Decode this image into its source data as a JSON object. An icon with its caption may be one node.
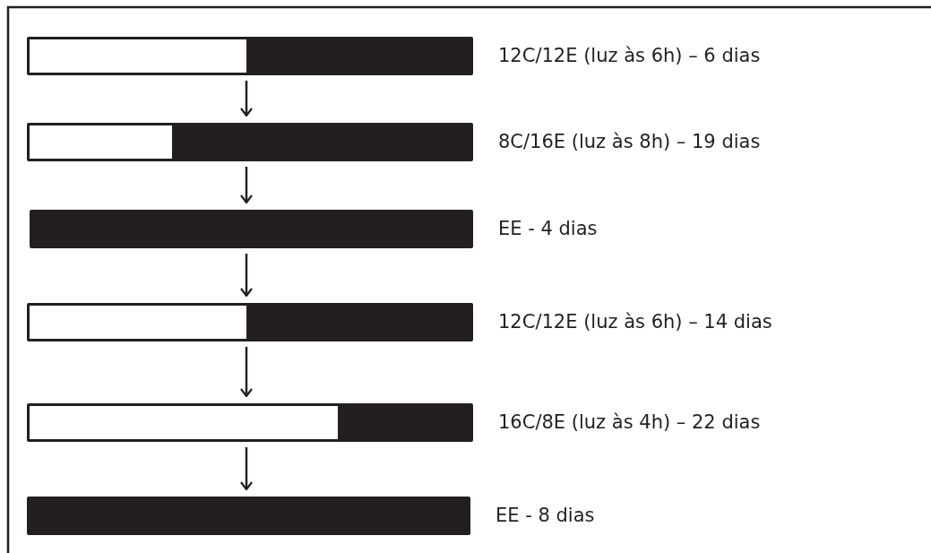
{
  "diagram": {
    "nodes": [
      {
        "text": [],
        "shape": "bar",
        "beside": [
          "12C/12E (luz às 6h) – 6 dias"
        ]
      },
      {
        "text": [],
        "shape": "bar",
        "beside": [
          "8C/16E (luz às 8h) – 19 dias"
        ]
      },
      {
        "text": [],
        "shape": "bar",
        "beside": [
          "EE - 4 dias"
        ]
      },
      {
        "text": [],
        "shape": "bar",
        "beside": [
          "12C/12E (luz às 6h) – 14 dias"
        ]
      },
      {
        "text": [],
        "shape": "bar",
        "beside": [
          "16C/8E (luz às 4h) – 22 dias"
        ]
      },
      {
        "text": [],
        "shape": "bar",
        "beside": [
          "EE - 8 dias"
        ]
      }
    ],
    "edges": [
      {
        "from": 0,
        "to": 1,
        "arrow": "to"
      },
      {
        "from": 1,
        "to": 2,
        "arrow": "to"
      },
      {
        "from": 2,
        "to": 3,
        "arrow": "to"
      },
      {
        "from": 3,
        "to": 4,
        "arrow": "to"
      },
      {
        "from": 4,
        "to": 5,
        "arrow": "to"
      }
    ]
  }
}
